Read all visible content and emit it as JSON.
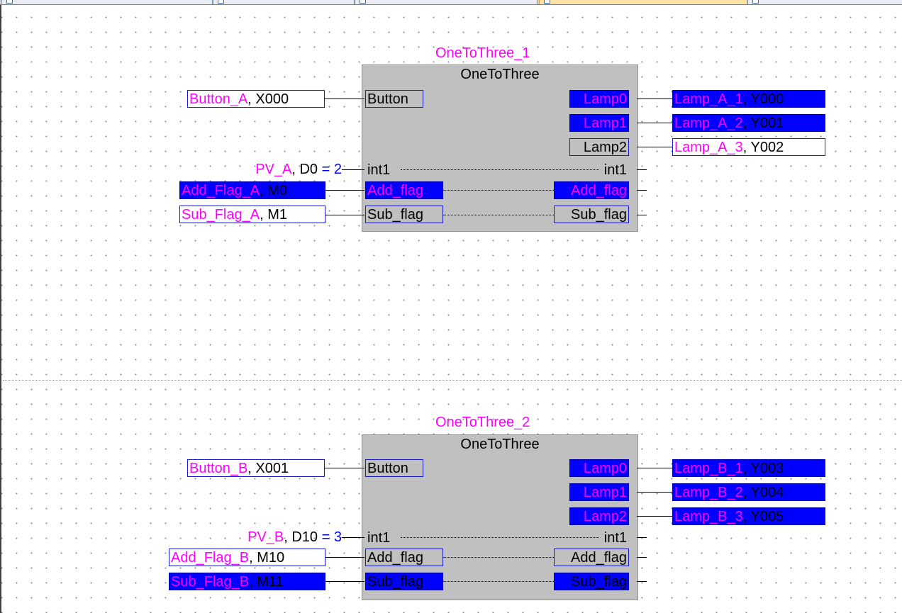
{
  "tabs": [
    "",
    "",
    "",
    "",
    ""
  ],
  "networks": [
    {
      "instance_name": "OneToThree_1",
      "fb_type": "OneToThree",
      "inputs": {
        "button": {
          "name": "Button_A",
          "address": "X000"
        },
        "pv": {
          "name": "PV_A",
          "address": "D0",
          "equals": "=",
          "value": "2"
        },
        "add": {
          "name": "Add_Flag_A",
          "address": "M0"
        },
        "sub": {
          "name": "Sub_Flag_A",
          "address": "M1"
        }
      },
      "pins_in": {
        "button": "Button",
        "int1": "int1",
        "add": "Add_flag",
        "sub": "Sub_flag"
      },
      "pins_out": {
        "lamp0": "Lamp0",
        "lamp1": "Lamp1",
        "lamp2": "Lamp2",
        "int1": "int1",
        "add": "Add_flag",
        "sub": "Sub_flag"
      },
      "outputs": {
        "lamp1": {
          "name": "Lamp_A_1",
          "address": "Y000"
        },
        "lamp2": {
          "name": "Lamp_A_2",
          "address": "Y001"
        },
        "lamp3": {
          "name": "Lamp_A_3",
          "address": "Y002"
        }
      }
    },
    {
      "instance_name": "OneToThree_2",
      "fb_type": "OneToThree",
      "inputs": {
        "button": {
          "name": "Button_B",
          "address": "X001"
        },
        "pv": {
          "name": "PV_B",
          "address": "D10",
          "equals": "=",
          "value": "3"
        },
        "add": {
          "name": "Add_Flag_B",
          "address": "M10"
        },
        "sub": {
          "name": "Sub_Flag_B",
          "address": "M11"
        }
      },
      "pins_in": {
        "button": "Button",
        "int1": "int1",
        "add": "Add_flag",
        "sub": "Sub_flag"
      },
      "pins_out": {
        "lamp0": "Lamp0",
        "lamp1": "Lamp1",
        "lamp2": "Lamp2",
        "int1": "int1",
        "add": "Add_flag",
        "sub": "Sub_flag"
      },
      "outputs": {
        "lamp1": {
          "name": "Lamp_B_1",
          "address": "Y003"
        },
        "lamp2": {
          "name": "Lamp_B_2",
          "address": "Y004"
        },
        "lamp3": {
          "name": "Lamp_B_3",
          "address": "Y005"
        }
      }
    }
  ],
  "colors": {
    "variable_name": "#ff00ff",
    "active_bg": "#0000ff",
    "value": "#0000ff",
    "block": "#c0c0c0"
  }
}
